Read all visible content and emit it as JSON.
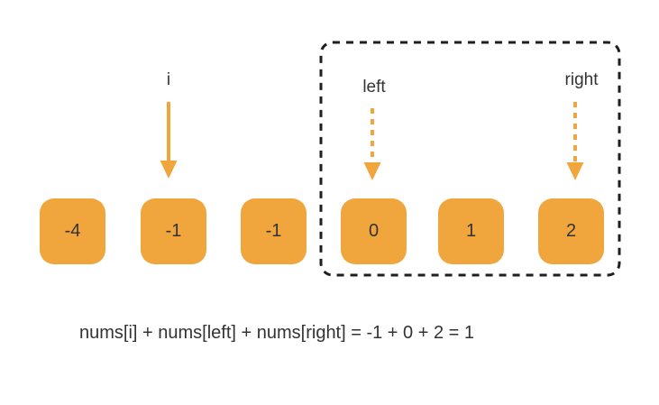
{
  "diagram": {
    "pointers": {
      "i_label": "i",
      "left_label": "left",
      "right_label": "right"
    },
    "array": {
      "values": [
        "-4",
        "-1",
        "-1",
        "0",
        "1",
        "2"
      ]
    },
    "window": {
      "encloses_values": [
        "0",
        "1",
        "2"
      ]
    },
    "equation": "nums[i] + nums[left] + nums[right] = -1 + 0 + 2 = 1",
    "colors": {
      "cell_fill": "#F0A63C",
      "arrow": "#F0A63C",
      "window_border": "#1F1F1F",
      "text": "#333333"
    }
  }
}
